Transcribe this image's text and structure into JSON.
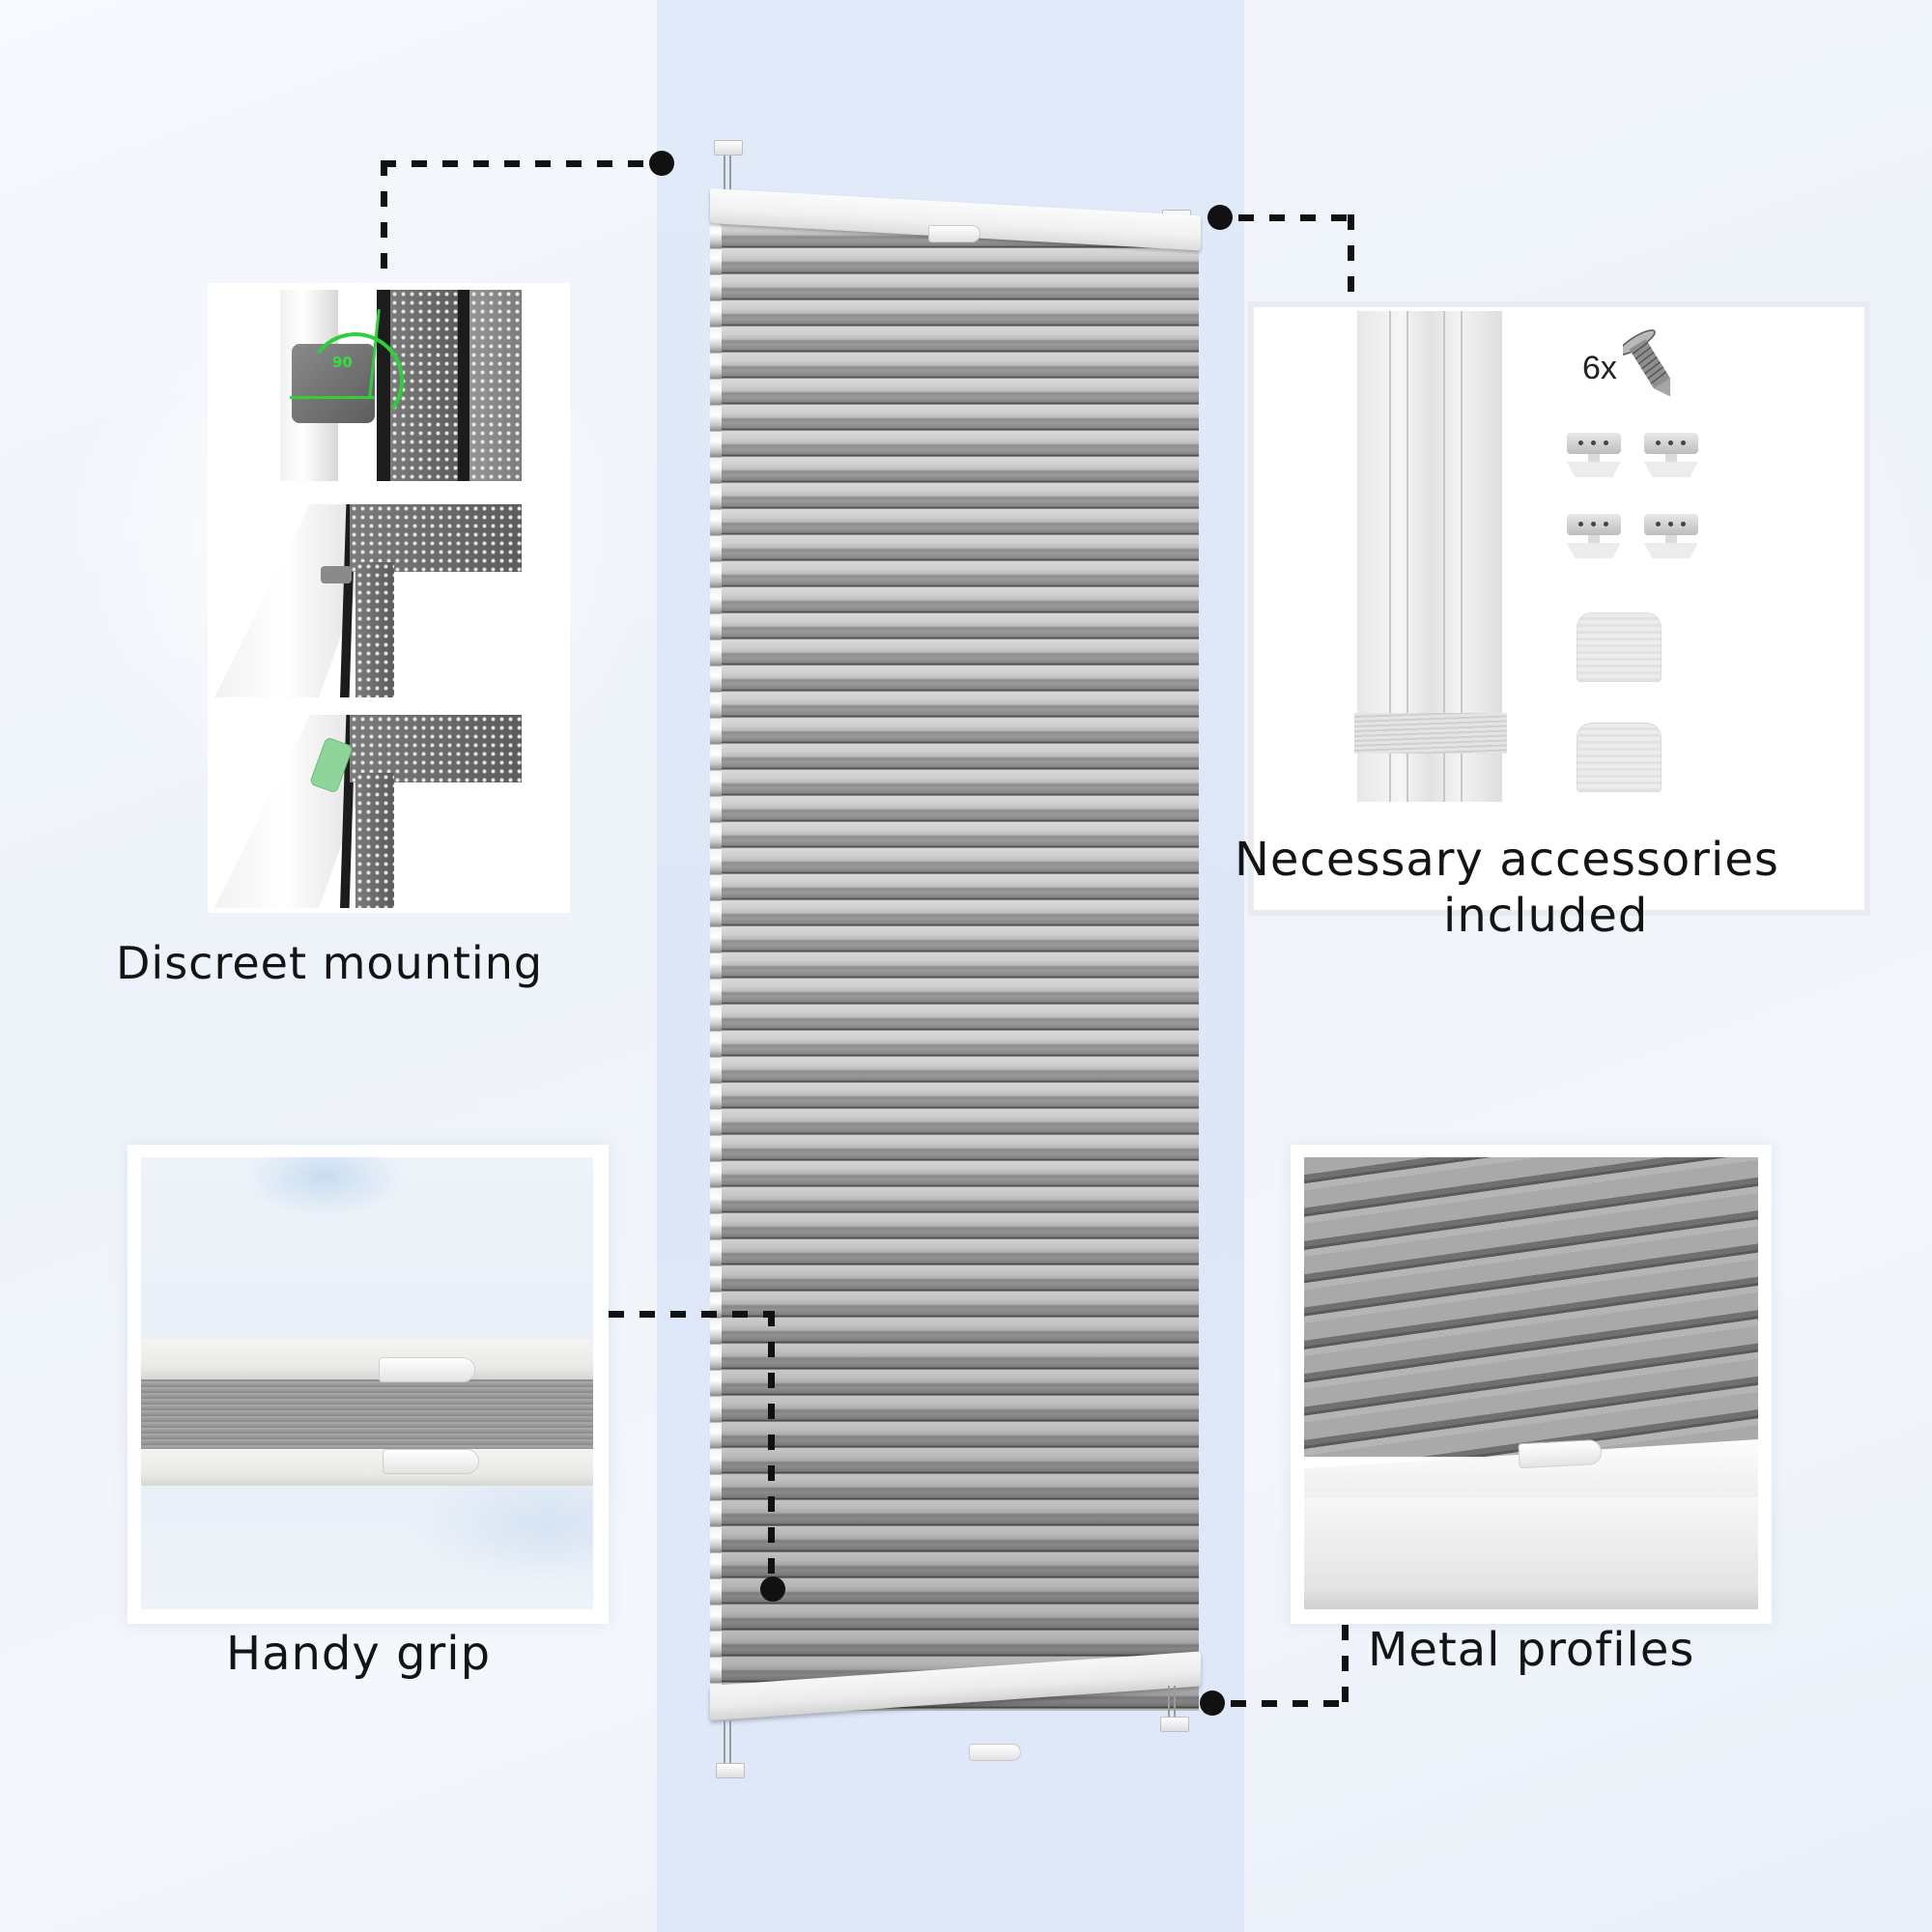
{
  "product": {
    "type": "pleated cellular blind",
    "fabric_color": "grey",
    "rail_color": "white"
  },
  "features": [
    {
      "id": "mounting",
      "label": "Discreet mounting",
      "angle_annotation": "90"
    },
    {
      "id": "accessories",
      "label_line1": "Necessary accessories",
      "label_line2": "included",
      "screw_count": "6x"
    },
    {
      "id": "grip",
      "label": "Handy grip"
    },
    {
      "id": "profiles",
      "label": "Metal profiles"
    }
  ],
  "colors": {
    "background": "#f4f7fc",
    "center_band": "#dfe8f8",
    "connector": "#111111",
    "angle_green": "#2ee23a",
    "fabric_light": "#d9d9d9",
    "fabric_dark": "#8d8d8d"
  }
}
